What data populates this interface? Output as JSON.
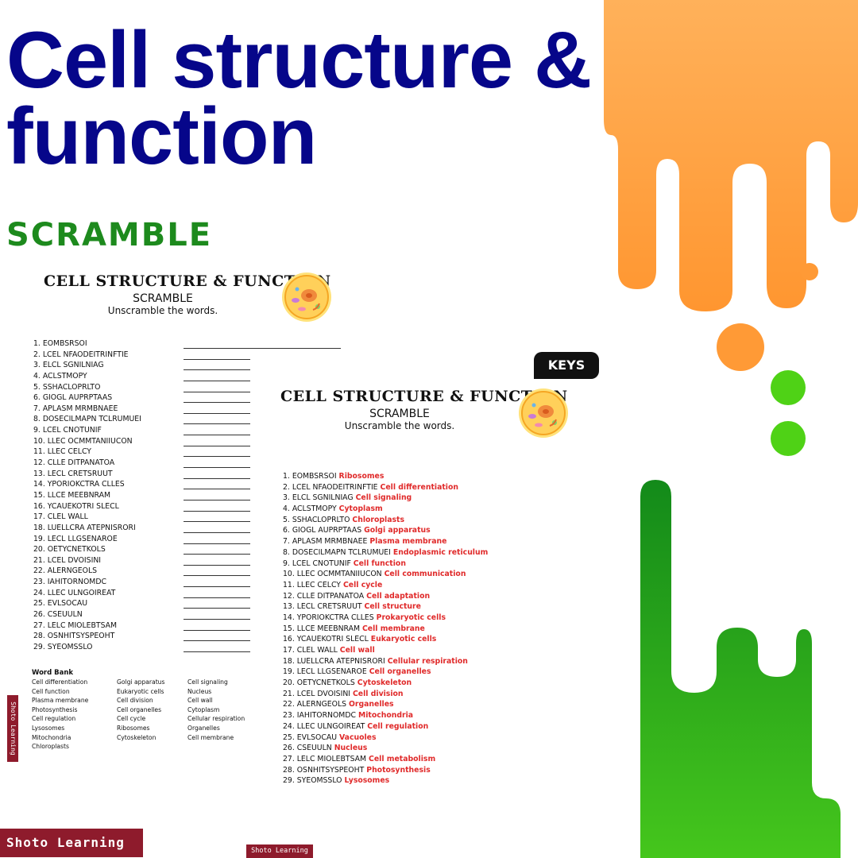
{
  "title": "Cell structure & function",
  "subtitle": "SCRAMBLE",
  "worksheet": {
    "heading": "CELL STRUCTURE & FUNCTION",
    "subheading": "SCRAMBLE",
    "instruction": "Unscramble the words.",
    "items": [
      "1. EOMBSRSOI",
      "2. LCEL NFAODEITRINFTIE",
      "3. ELCL SGNILNIAG",
      "4. ACLSTMOPY",
      "5. SSHACLOPRLTO",
      "6. GIOGL AUPRPTAAS",
      "7. APLASM MRMBNAEE",
      "8. DOSECILMAPN TCLRUMUEI",
      "9. LCEL CNOTUNIF",
      "10. LLEC OCMMTANIIUCON",
      "11. LLEC CELCY",
      "12. CLLE DITPANATOA",
      "13. LECL CRETSRUUT",
      "14. YPORIOKCTRA CLLES",
      "15. LLCE MEEBNRAM",
      "16. YCAUEKOTRI SLECL",
      "17. CLEL WALL",
      "18. LUELLCRA ATEPNISRORI",
      "19. LECL LLGSENAROE",
      "20. OETYCNETKOLS",
      "21. LCEL DVOISINI",
      "22. ALERNGEOLS",
      "23. IAHITORNOMDC",
      "24. LLEC ULNGOIREAT",
      "25. EVLSOCAU",
      "26. CSEUULN",
      "27. LELC MIOLEBTSAM",
      "28. OSNHITSYSPEOHT",
      "29. SYEOMSSLO"
    ],
    "word_bank_title": "Word Bank",
    "word_bank": [
      [
        "Cell differentiation",
        "Cell function",
        "Plasma membrane",
        "Photosynthesis",
        "Cell regulation",
        "Lysosomes",
        "Mitochondria",
        "Chloroplasts"
      ],
      [
        "Golgi apparatus",
        "Eukaryotic cells",
        "Cell division",
        "Cell organelles",
        "Cell cycle",
        "Ribosomes",
        "Cytoskeleton"
      ],
      [
        "Cell signaling",
        "Nucleus",
        "Cell wall",
        "Cytoplasm",
        "Cellular respiration",
        "Organelles",
        "Cell membrane"
      ]
    ]
  },
  "keys": {
    "badge": "KEYS",
    "heading": "CELL STRUCTURE & FUNCTION",
    "subheading": "SCRAMBLE",
    "instruction": "Unscramble the words.",
    "answers": [
      "Ribosomes",
      "Cell differentiation",
      "Cell signaling",
      "Cytoplasm",
      "Chloroplasts",
      "Golgi apparatus",
      "Plasma membrane",
      "Endoplasmic reticulum",
      "Cell function",
      "Cell communication",
      "Cell cycle",
      "Cell adaptation",
      "Cell structure",
      "Prokaryotic cells",
      "Cell membrane",
      "Eukaryotic cells",
      "Cell wall",
      "Cellular respiration",
      "Cell organelles",
      "Cytoskeleton",
      "Cell division",
      "Organelles",
      "Mitochondria",
      "Cell regulation",
      "Vacuoles",
      "Nucleus",
      "Cell metabolism",
      "Photosynthesis",
      "Lysosomes"
    ]
  },
  "brand": {
    "large": "Shoto Learning",
    "small": "Shoto Learning",
    "vertical": "Shoto Learning"
  },
  "colors": {
    "title": "#06068a",
    "subtitle": "#1d8a1d",
    "orange": "#ff9a36",
    "green": "#3ec21a",
    "answer": "#e02a2a",
    "brand": "#8e1b2c"
  }
}
